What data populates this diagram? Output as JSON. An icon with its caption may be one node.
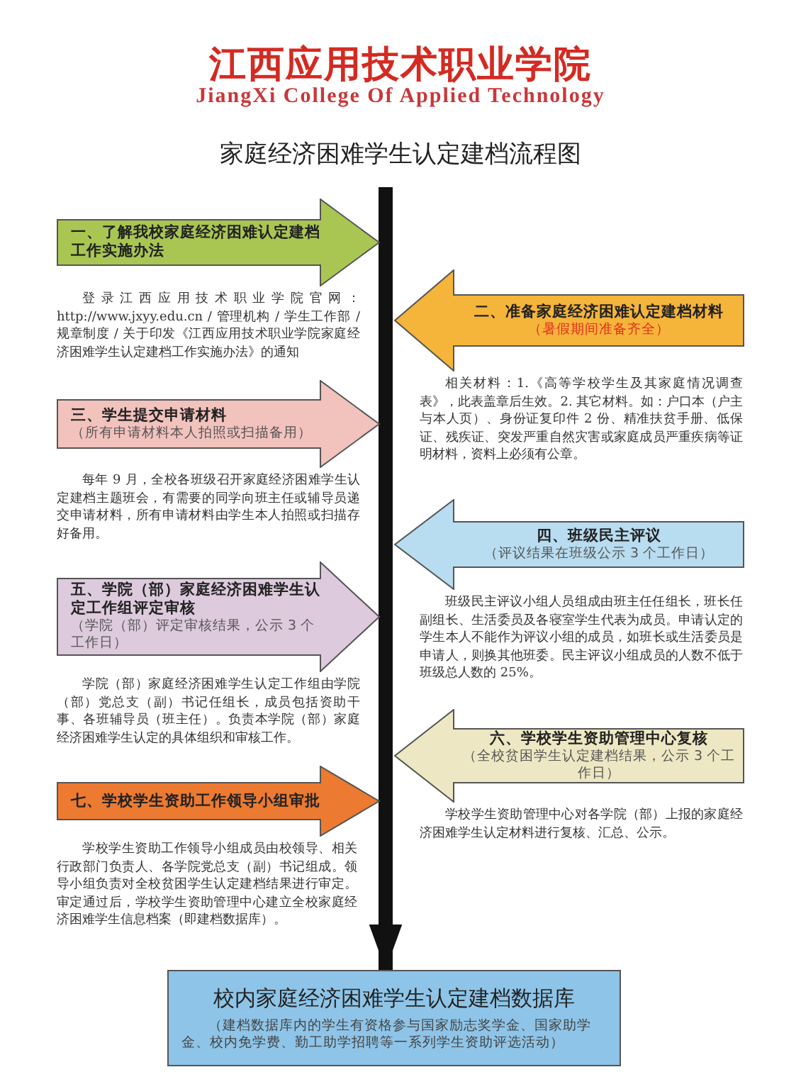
{
  "diagram": {
    "title": "家庭经济困难学生认定建档流程图",
    "nodes": [
      {
        "text": [
          "一、了解我校家庭经济困难认定建档工作实施办法"
        ],
        "beside": [
          "登录江西应用技术职业学院官网：http://www.jxyy.edu.cn / 管理机构 / 学生工作部 / 规章制度 / 关于印发《江西应用技术职业学院家庭经济困难学生认定建档工作实施办法》的通知"
        ]
      },
      {
        "text": [
          "二、准备家庭经济困难认定建档材料",
          "（暑假期间准备齐全）"
        ],
        "beside": [
          "相关材料：1.《高等学校学生及其家庭情况调查表》，此表盖章后生效。2. 其它材料。如：户口本（户主与本人页）、身份证复印件 2 份、精准扶贫手册、低保证、残疾证、突发严重自然灾害或家庭成员严重疾病等证明材料，资料上必须有公章。"
        ]
      },
      {
        "text": [
          "三、学生提交申请材料",
          "（所有申请材料本人拍照或扫描备用）"
        ],
        "beside": [
          "每年 9 月，全校各班级召开家庭经济困难学生认定建档主题班会，有需要的同学向班主任或辅导员递交申请材料，所有申请材料由学生本人拍照或扫描存好备用。"
        ]
      },
      {
        "text": [
          "四、班级民主评议",
          "（评议结果在班级公示 3 个工作日）"
        ],
        "beside": [
          "班级民主评议小组人员组成由班主任任组长，班长任副组长、生活委员及各寝室学生代表为成员。申请认定的学生本人不能作为评议小组的成员，如班长或生活委员是申请人，则换其他班委。民主评议小组成员的人数不低于班级总人数的 25%。"
        ]
      },
      {
        "text": [
          "五、学院（部）家庭经济困难学生认定工作组评定审核",
          "（学院（部）评定审核结果，公示 3 个工作日）"
        ],
        "beside": [
          "学院（部）家庭经济困难学生认定工作组由学院（部）党总支（副）书记任组长，成员包括资助干事、各班辅导员（班主任）。负责本学院（部）家庭经济困难学生认定的具体组织和审核工作。"
        ]
      },
      {
        "text": [
          "六、学校学生资助管理中心复核",
          "（全校贫困学生认定建档结果，公示 3 个工作日）"
        ],
        "beside": [
          "学校学生资助管理中心对各学院（部）上报的家庭经济困难学生认定材料进行复核、汇总、公示。"
        ]
      },
      {
        "text": [
          "七、学校学生资助工作领导小组审批"
        ],
        "beside": [
          "学校学生资助工作领导小组成员由校领导、相关行政部门负责人、各学院党总支（副）书记组成。领导小组负责对全校贫困学生认定建档结果进行审定。审定通过后，学校学生资助管理中心建立全校家庭经济困难学生信息档案（即建档数据库）。"
        ]
      },
      {
        "text": [
          "校内家庭经济困难学生认定建档数据库",
          "（建档数据库内的学生有资格参与国家励志奖学金、国家助学金、校内免学费、勤工助学招聘等一系列学生资助评选活动）"
        ]
      }
    ],
    "edges": [
      {
        "from": null,
        "to": 7,
        "arrow": "to"
      }
    ],
    "labels": [
      "江西应用技术职业学院",
      "JiangXi College Of Applied Technology"
    ]
  }
}
